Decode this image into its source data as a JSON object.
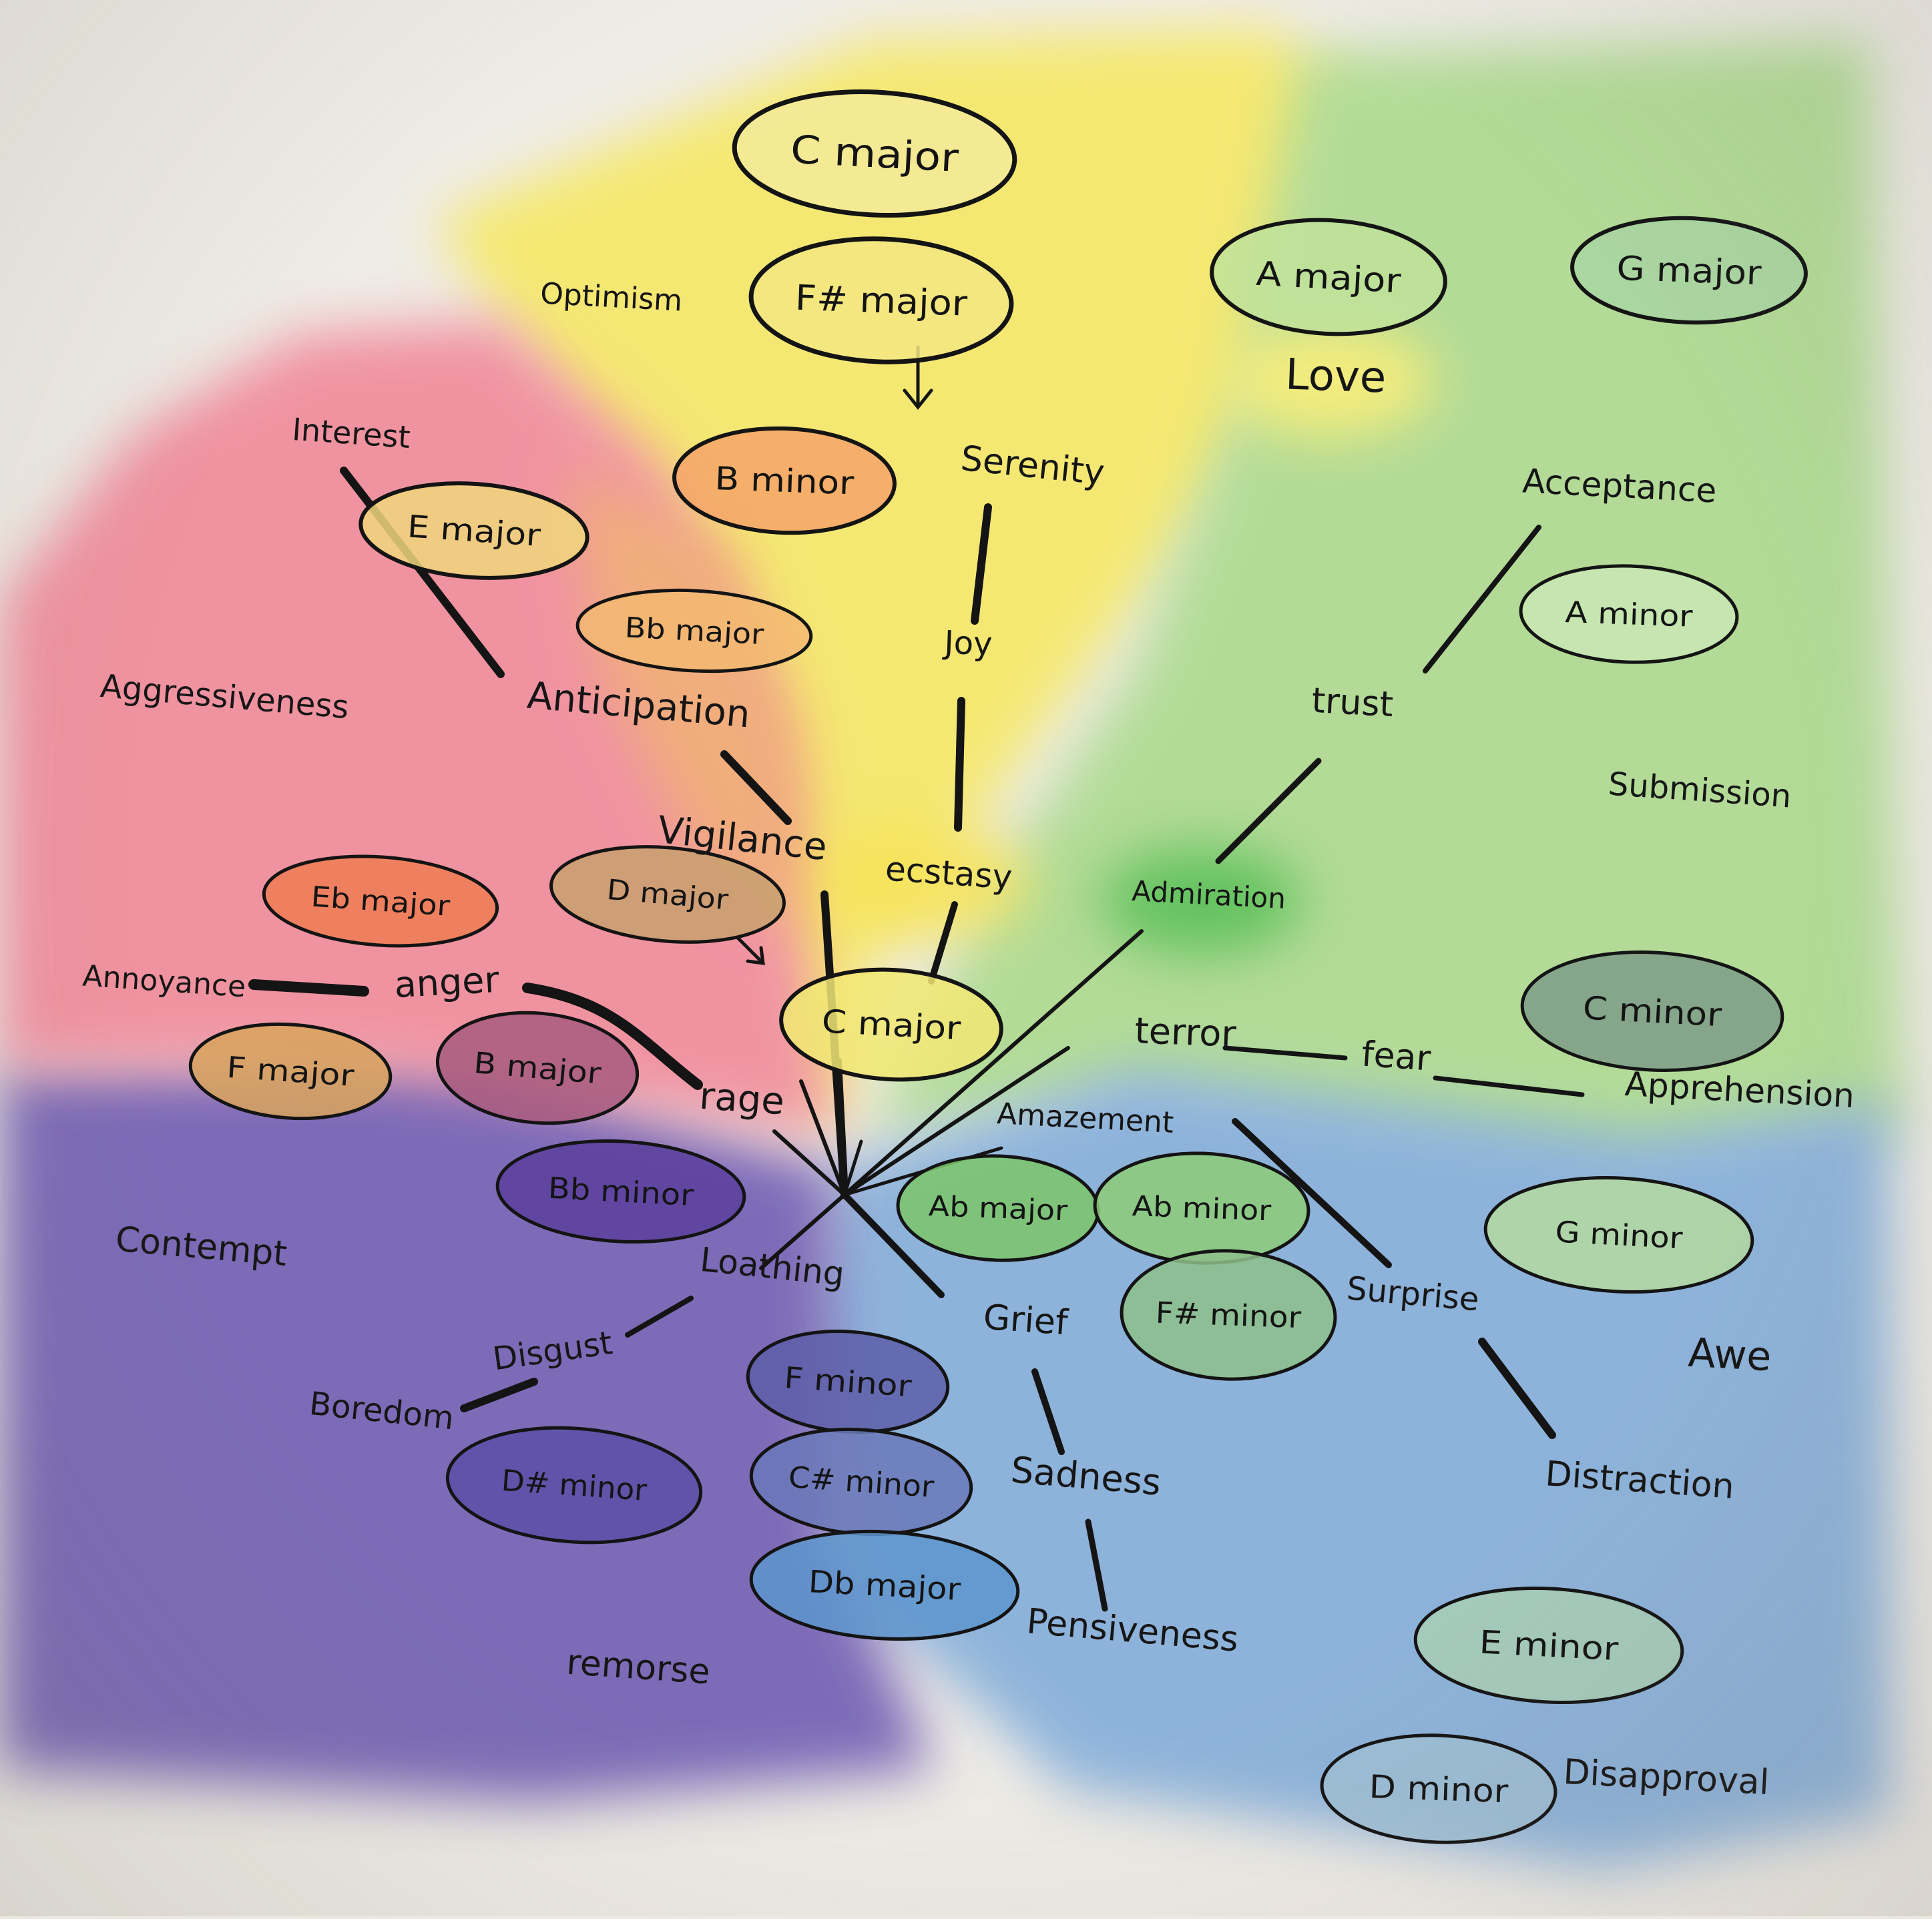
{
  "colors": {
    "paper": "#efece6",
    "yellow": "#f2e46a",
    "green": "#8fd07a",
    "blue": "#6f9fd6",
    "purple": "#5a3f9e",
    "red": "#f07a8a",
    "orange": "#f4a060",
    "ink": "#141414"
  },
  "keys": [
    {
      "id": "c-major-top",
      "label": "C major",
      "fill": "#f3ea9a"
    },
    {
      "id": "f-sharp-major",
      "label": "F# major",
      "fill": "#f3e682"
    },
    {
      "id": "a-major",
      "label": "A major",
      "fill": "#bfe29a"
    },
    {
      "id": "g-major",
      "label": "G major",
      "fill": "#a9d6a2"
    },
    {
      "id": "b-minor",
      "label": "B minor",
      "fill": "#f4a468"
    },
    {
      "id": "e-major",
      "label": "E major",
      "fill": "#f0d67c"
    },
    {
      "id": "b-flat-major",
      "label": "Bb major",
      "fill": "#f3b872"
    },
    {
      "id": "a-minor",
      "label": "A minor",
      "fill": "#c9e6b4"
    },
    {
      "id": "e-flat-major",
      "label": "Eb major",
      "fill": "#ee7d54"
    },
    {
      "id": "d-major",
      "label": "D major",
      "fill": "#c8a06e"
    },
    {
      "id": "c-major-center",
      "label": "C major",
      "fill": "#f1e774"
    },
    {
      "id": "c-minor",
      "label": "C minor",
      "fill": "#7e9c8a"
    },
    {
      "id": "f-major",
      "label": "F major",
      "fill": "#d8a35c"
    },
    {
      "id": "b-major",
      "label": "B major",
      "fill": "#a85a7e"
    },
    {
      "id": "b-flat-minor",
      "label": "Bb minor",
      "fill": "#5b3f9c"
    },
    {
      "id": "a-flat-major",
      "label": "Ab major",
      "fill": "#7cc56a"
    },
    {
      "id": "a-flat-minor",
      "label": "Ab minor",
      "fill": "#8dcb78"
    },
    {
      "id": "f-sharp-minor",
      "label": "F# minor",
      "fill": "#8ebf8a"
    },
    {
      "id": "g-minor",
      "label": "G minor",
      "fill": "#b6d9a0"
    },
    {
      "id": "f-minor",
      "label": "F minor",
      "fill": "#5d5ea8"
    },
    {
      "id": "c-sharp-minor",
      "label": "C# minor",
      "fill": "#6a78b8"
    },
    {
      "id": "d-sharp-minor",
      "label": "D# minor",
      "fill": "#5a4fa6"
    },
    {
      "id": "d-flat-major",
      "label": "Db major",
      "fill": "#5d95cc"
    },
    {
      "id": "e-minor",
      "label": "E minor",
      "fill": "#a9cfb6"
    },
    {
      "id": "d-minor",
      "label": "D minor",
      "fill": "#9fc0d6"
    }
  ],
  "emotions": [
    {
      "id": "optimism",
      "label": "Optimism"
    },
    {
      "id": "love",
      "label": "Love"
    },
    {
      "id": "interest",
      "label": "Interest"
    },
    {
      "id": "serenity",
      "label": "Serenity"
    },
    {
      "id": "acceptance",
      "label": "Acceptance"
    },
    {
      "id": "joy",
      "label": "Joy"
    },
    {
      "id": "aggressiveness",
      "label": "Aggressiveness"
    },
    {
      "id": "anticipation",
      "label": "Anticipation"
    },
    {
      "id": "trust",
      "label": "trust"
    },
    {
      "id": "submission",
      "label": "Submission"
    },
    {
      "id": "vigilance",
      "label": "Vigilance"
    },
    {
      "id": "ecstasy",
      "label": "ecstasy"
    },
    {
      "id": "admiration",
      "label": "Admiration"
    },
    {
      "id": "annoyance",
      "label": "Annoyance"
    },
    {
      "id": "anger",
      "label": "anger"
    },
    {
      "id": "terror",
      "label": "terror"
    },
    {
      "id": "fear",
      "label": "fear"
    },
    {
      "id": "apprehension",
      "label": "Apprehension"
    },
    {
      "id": "rage",
      "label": "rage"
    },
    {
      "id": "amazement",
      "label": "Amazement"
    },
    {
      "id": "contempt",
      "label": "Contempt"
    },
    {
      "id": "loathing",
      "label": "Loathing"
    },
    {
      "id": "surprise",
      "label": "Surprise"
    },
    {
      "id": "grief",
      "label": "Grief"
    },
    {
      "id": "awe",
      "label": "Awe"
    },
    {
      "id": "disgust",
      "label": "Disgust"
    },
    {
      "id": "boredom",
      "label": "Boredom"
    },
    {
      "id": "sadness",
      "label": "Sadness"
    },
    {
      "id": "distraction",
      "label": "Distraction"
    },
    {
      "id": "pensiveness",
      "label": "Pensiveness"
    },
    {
      "id": "remorse",
      "label": "remorse"
    },
    {
      "id": "disapproval",
      "label": "Disapproval"
    }
  ]
}
